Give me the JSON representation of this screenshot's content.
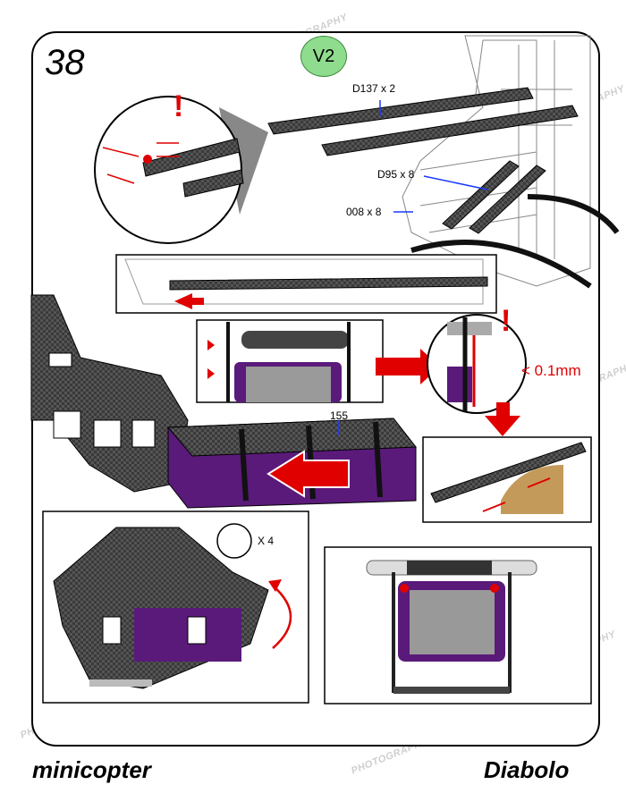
{
  "page": {
    "step_number": "38",
    "version_badge": "V2",
    "brand_left": "minicopter",
    "brand_right": "Diabolo"
  },
  "parts": {
    "d137": "D137 x 2",
    "d95": "D95 x 8",
    "d008": "008 x 8",
    "part_155": "155",
    "washer": "X 4"
  },
  "callouts": {
    "tolerance": "< 0.1mm",
    "attention_mark": "!"
  },
  "watermark": {
    "text": "PHOTOGRAPHY"
  },
  "colors": {
    "accent_red": "#e00000",
    "badge_green": "#8fdc8f",
    "battery_purple": "#5a1a7a",
    "carbon_dark": "#2b2b2b",
    "leader_blue": "#1a3aff"
  }
}
